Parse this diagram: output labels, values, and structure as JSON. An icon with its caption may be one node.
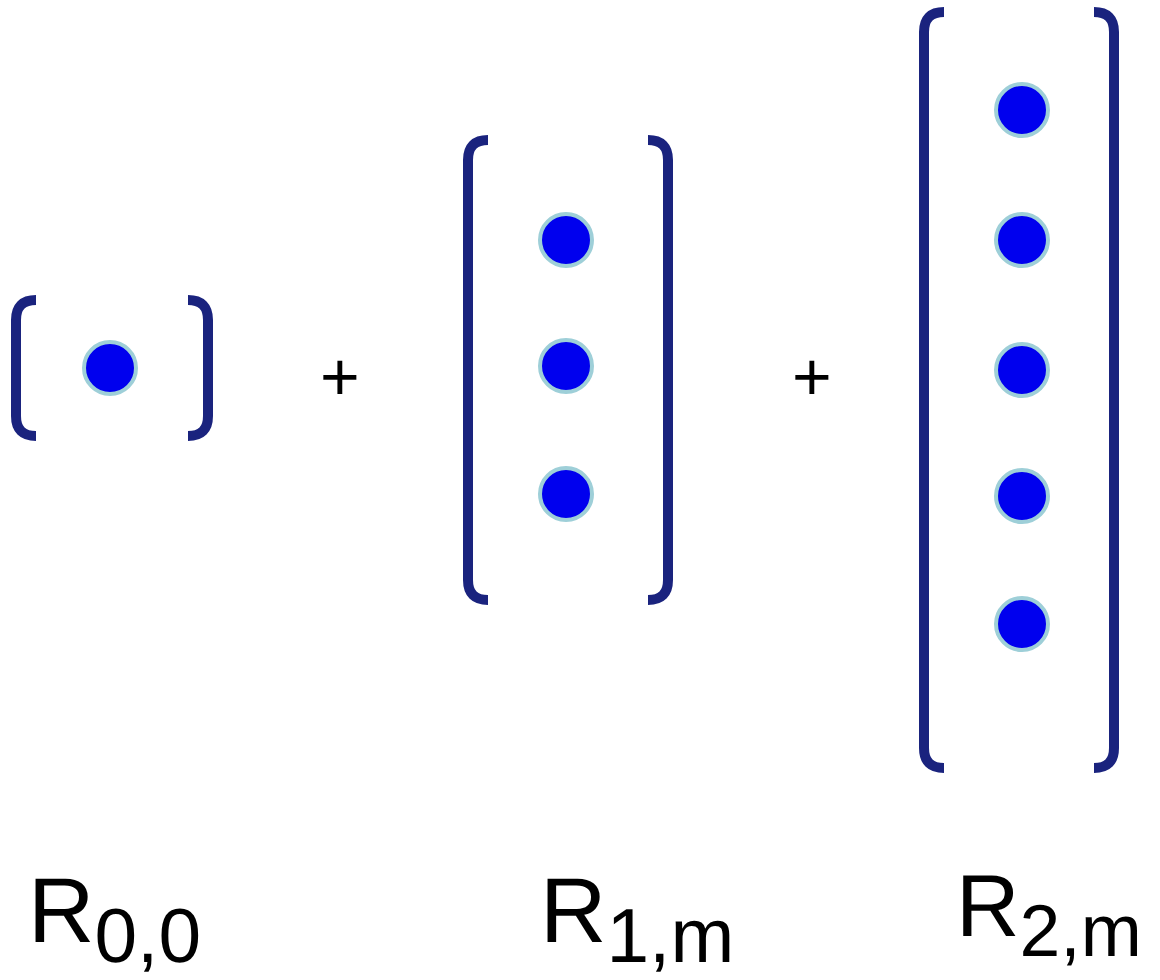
{
  "diagram": {
    "labels": [
      "+",
      "+",
      "R$_{0,0}$",
      "R$_{1,m}$",
      "R$_{2,m}$"
    ]
  }
}
